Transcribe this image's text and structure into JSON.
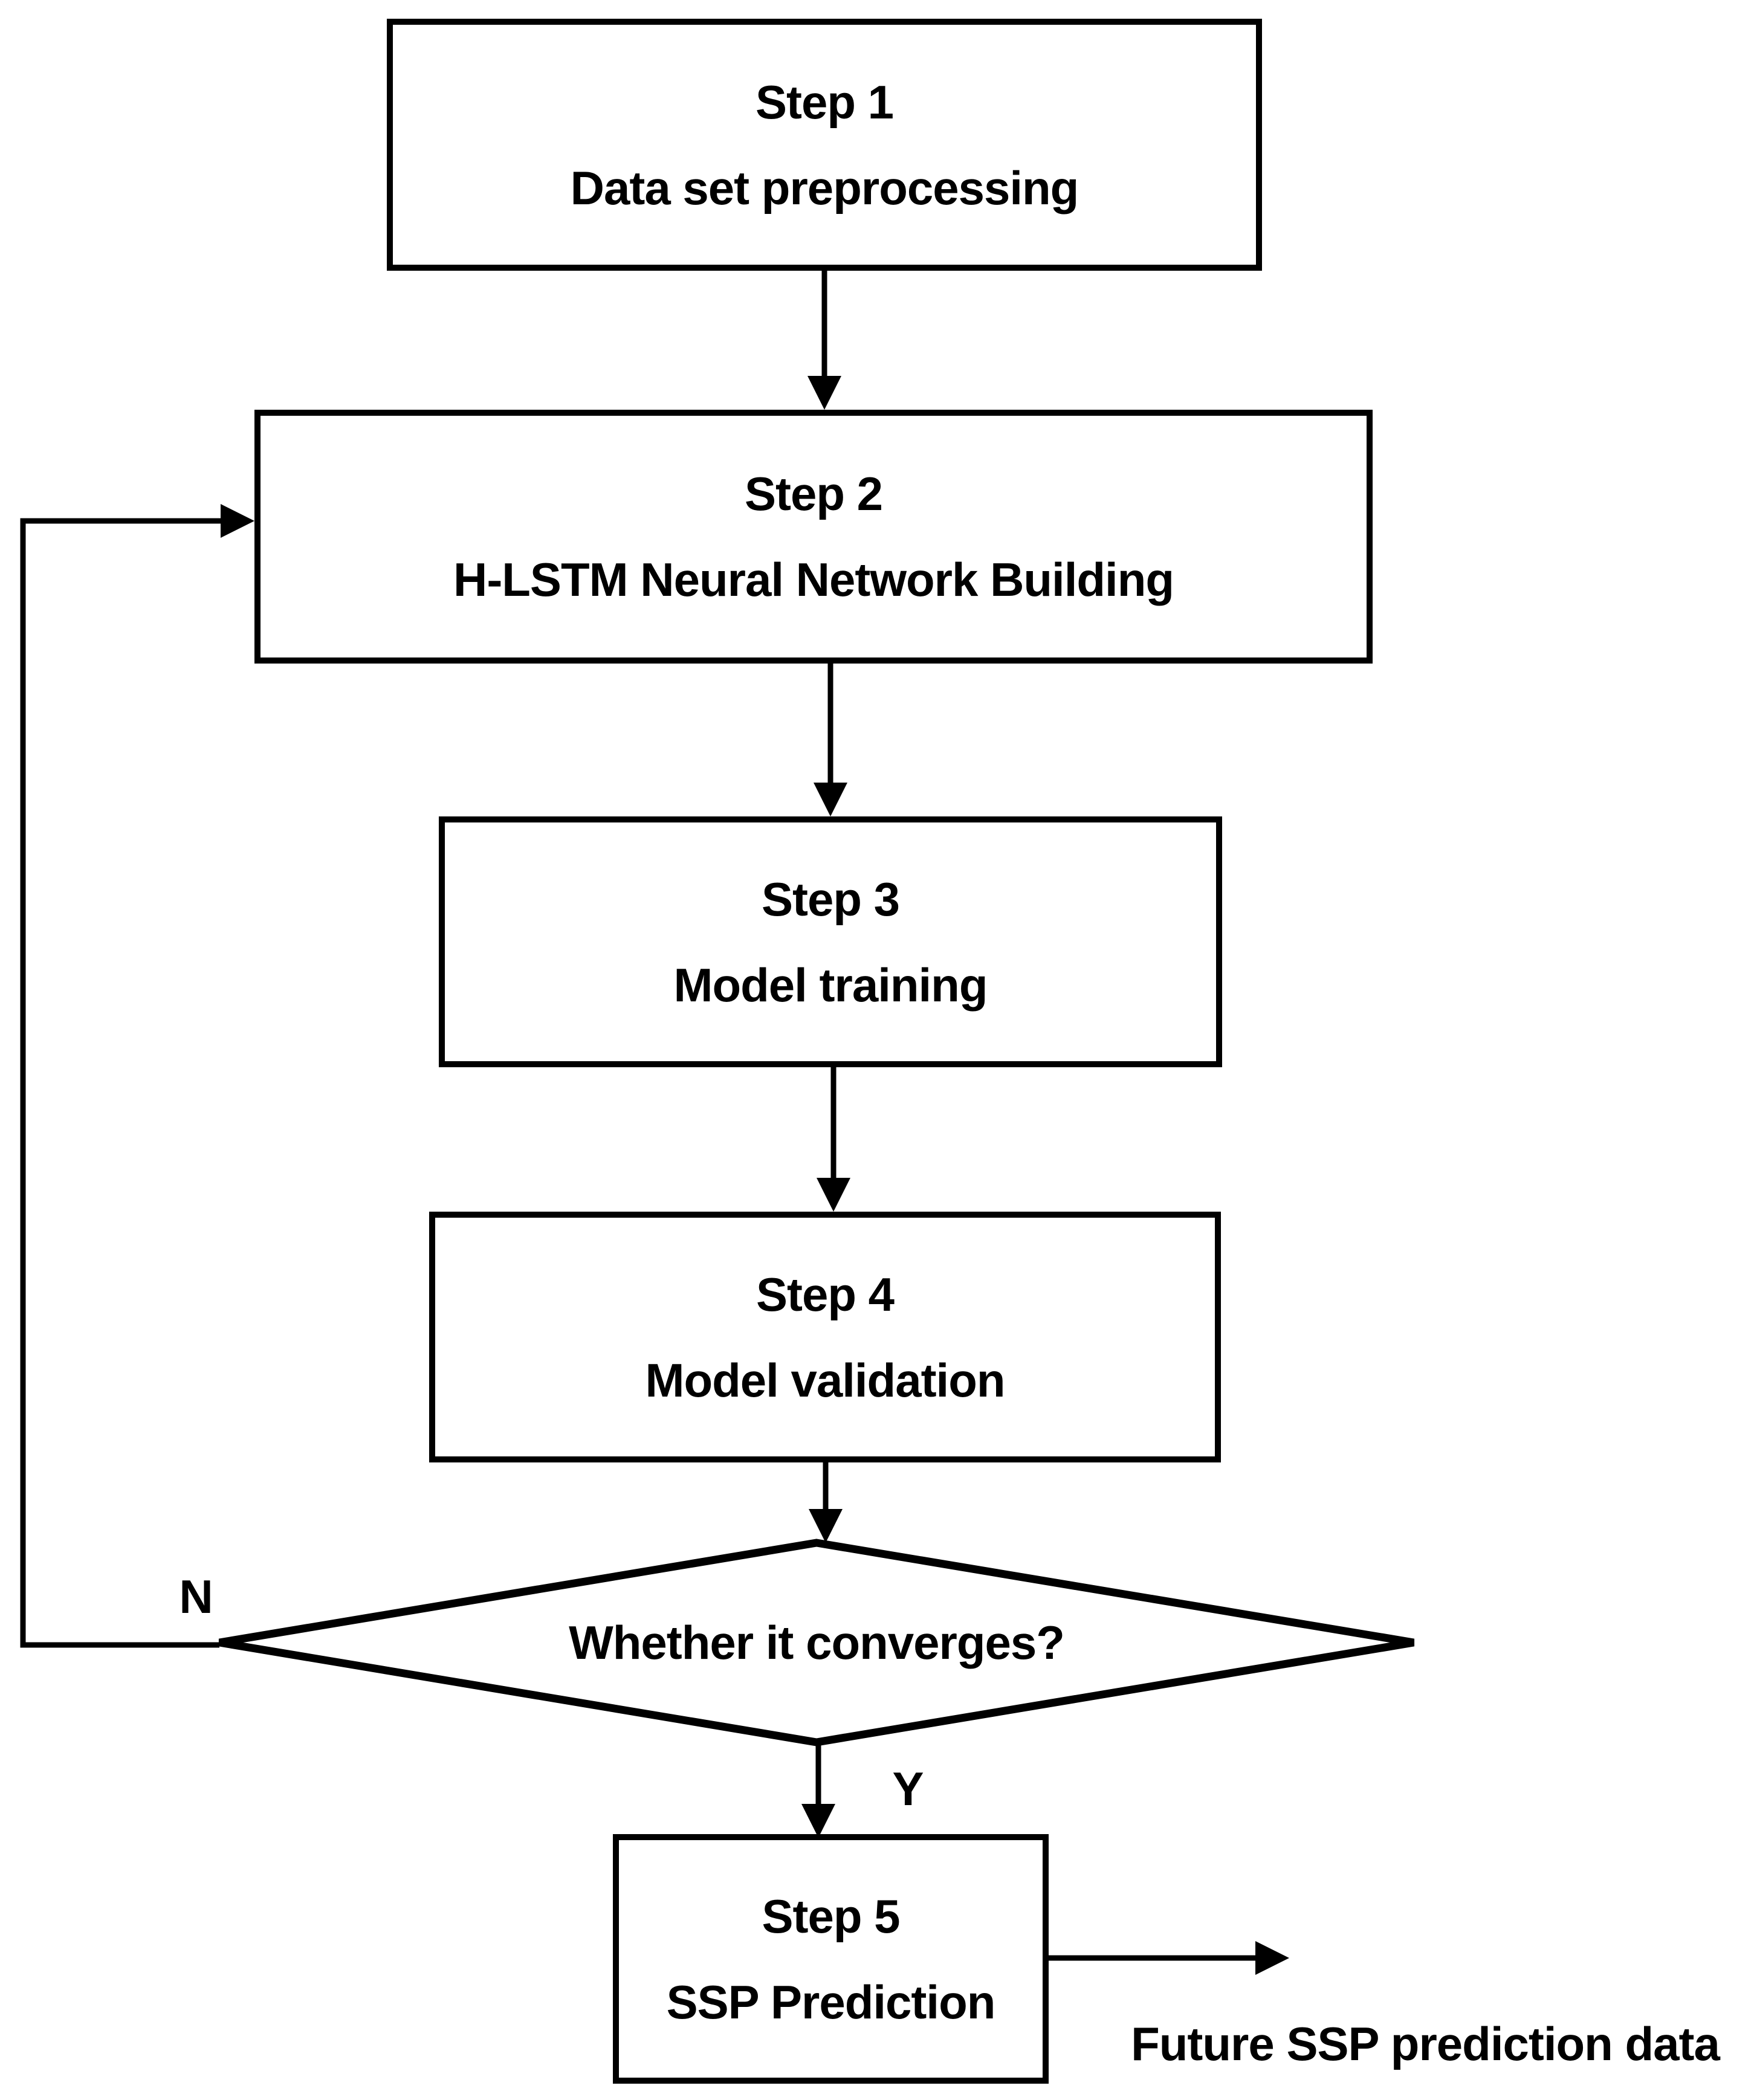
{
  "figure": {
    "background_color": "#ffffff",
    "stroke_color": "#000000",
    "text_color": "#000000"
  },
  "steps": [
    {
      "title": "Step 1",
      "label": "Data set preprocessing"
    },
    {
      "title": "Step 2",
      "label": "H-LSTM Neural Network Building"
    },
    {
      "title": "Step 3",
      "label": "Model training"
    },
    {
      "title": "Step 4",
      "label": "Model validation"
    },
    {
      "title": "Step 5",
      "label": "SSP Prediction"
    }
  ],
  "decision": {
    "question": "Whether it converges?",
    "no_branch_label": "N",
    "yes_branch_label": "Y"
  },
  "output": {
    "label": "Future SSP prediction data"
  }
}
